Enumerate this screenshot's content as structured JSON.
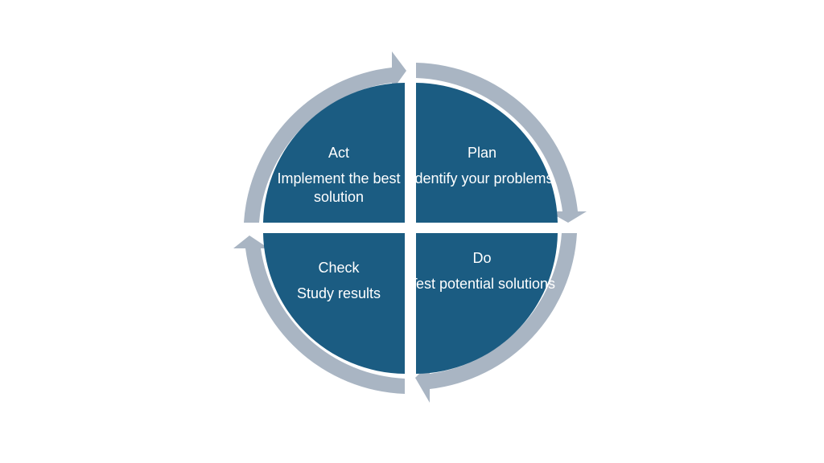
{
  "colors": {
    "background": "#ffffff",
    "quadrant_fill": "#1b5c82",
    "arrow_fill": "#a9b5c3",
    "text": "#ffffff"
  },
  "quadrants": {
    "act": {
      "title": "Act",
      "desc": "Implement the best solution"
    },
    "plan": {
      "title": "Plan",
      "desc": "Identify your problems"
    },
    "do": {
      "title": "Do",
      "desc": "Test potential solutions"
    },
    "check": {
      "title": "Check",
      "desc": "Study results"
    }
  }
}
